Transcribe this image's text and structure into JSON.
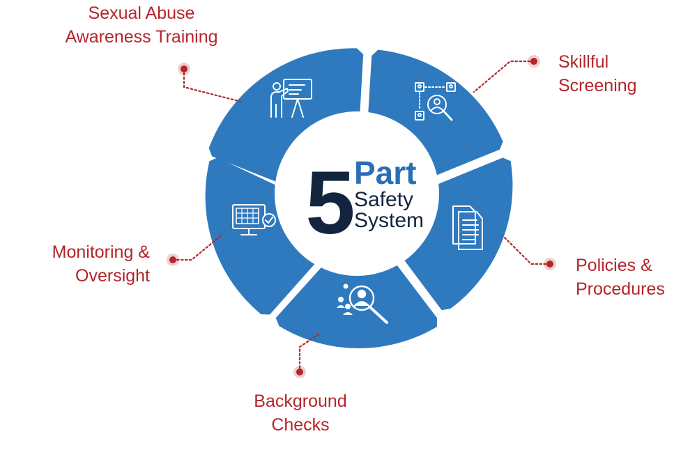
{
  "center": {
    "number": "5",
    "line1": "Part",
    "line2": "Safety",
    "line3": "System"
  },
  "parts": [
    {
      "icon": "presentation-icon",
      "label_lines": [
        "Sexual Abuse",
        "Awareness Training"
      ]
    },
    {
      "icon": "screening-network-icon",
      "label_lines": [
        "Skillful",
        "Screening"
      ]
    },
    {
      "icon": "documents-icon",
      "label_lines": [
        "Policies &",
        "Procedures"
      ]
    },
    {
      "icon": "person-search-icon",
      "label_lines": [
        "Background",
        "Checks"
      ]
    },
    {
      "icon": "monitor-check-icon",
      "label_lines": [
        "Monitoring &",
        "Oversight"
      ]
    }
  ],
  "colors": {
    "segment": "#2f7abf",
    "center_text_dark": "#13243f",
    "center_text_blue": "#2a6eb6",
    "label": "#b5252b",
    "connector": "#b5252b"
  }
}
